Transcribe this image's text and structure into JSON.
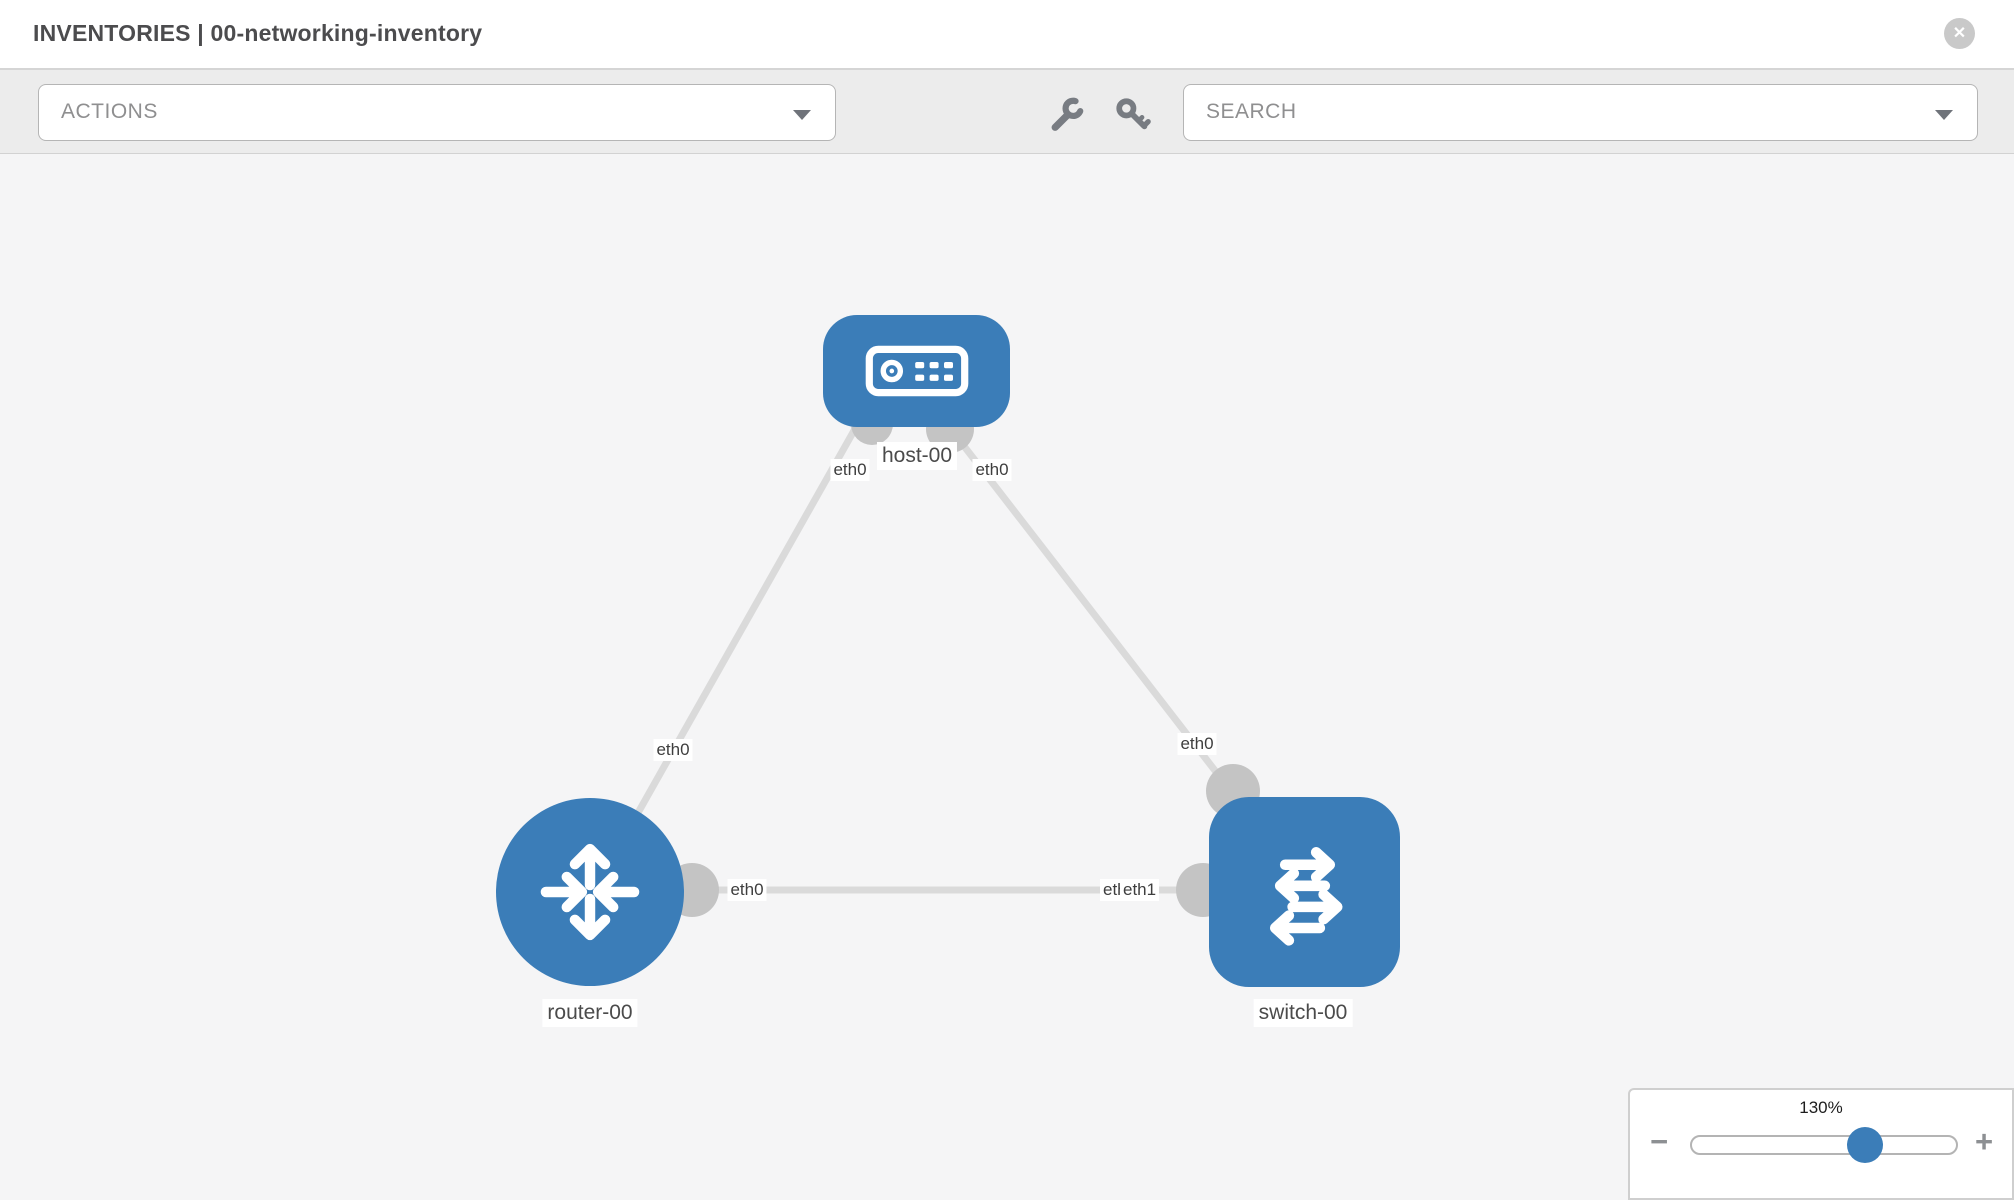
{
  "header": {
    "title": "INVENTORIES | 00-networking-inventory",
    "close_glyph": "✕"
  },
  "toolbar": {
    "actions_label": "ACTIONS",
    "search_label": "SEARCH"
  },
  "colors": {
    "node_blue": "#3b7db8",
    "connector_gray": "#c4c4c4",
    "link_gray": "#dadada",
    "toolbar_bg": "#ececec",
    "canvas_bg": "#f5f5f6"
  },
  "topology": {
    "nodes": [
      {
        "label": "host-00",
        "type": "host"
      },
      {
        "label": "router-00",
        "type": "router"
      },
      {
        "label": "switch-00",
        "type": "switch"
      }
    ],
    "links": [
      {
        "from": "host-00",
        "from_iface": "eth0",
        "to": "router-00",
        "to_iface": "eth0"
      },
      {
        "from": "host-00",
        "from_iface": "eth0",
        "to": "switch-00",
        "to_iface": "eth0"
      },
      {
        "from": "router-00",
        "from_iface": "eth0",
        "to": "switch-00",
        "to_iface": "eth1"
      }
    ],
    "iface_labels": [
      {
        "text": "eth0",
        "at": "host-left"
      },
      {
        "text": "eth0",
        "at": "host-right"
      },
      {
        "text": "eth0",
        "at": "router-top"
      },
      {
        "text": "eth0",
        "at": "switch-top"
      },
      {
        "text": "eth0",
        "at": "router-right"
      },
      {
        "text": "eth0",
        "at": "switch-left-under"
      },
      {
        "text": "eth1",
        "at": "switch-left"
      }
    ]
  },
  "zoom_control": {
    "level": "130%",
    "minus_glyph": "−",
    "plus_glyph": "+"
  }
}
